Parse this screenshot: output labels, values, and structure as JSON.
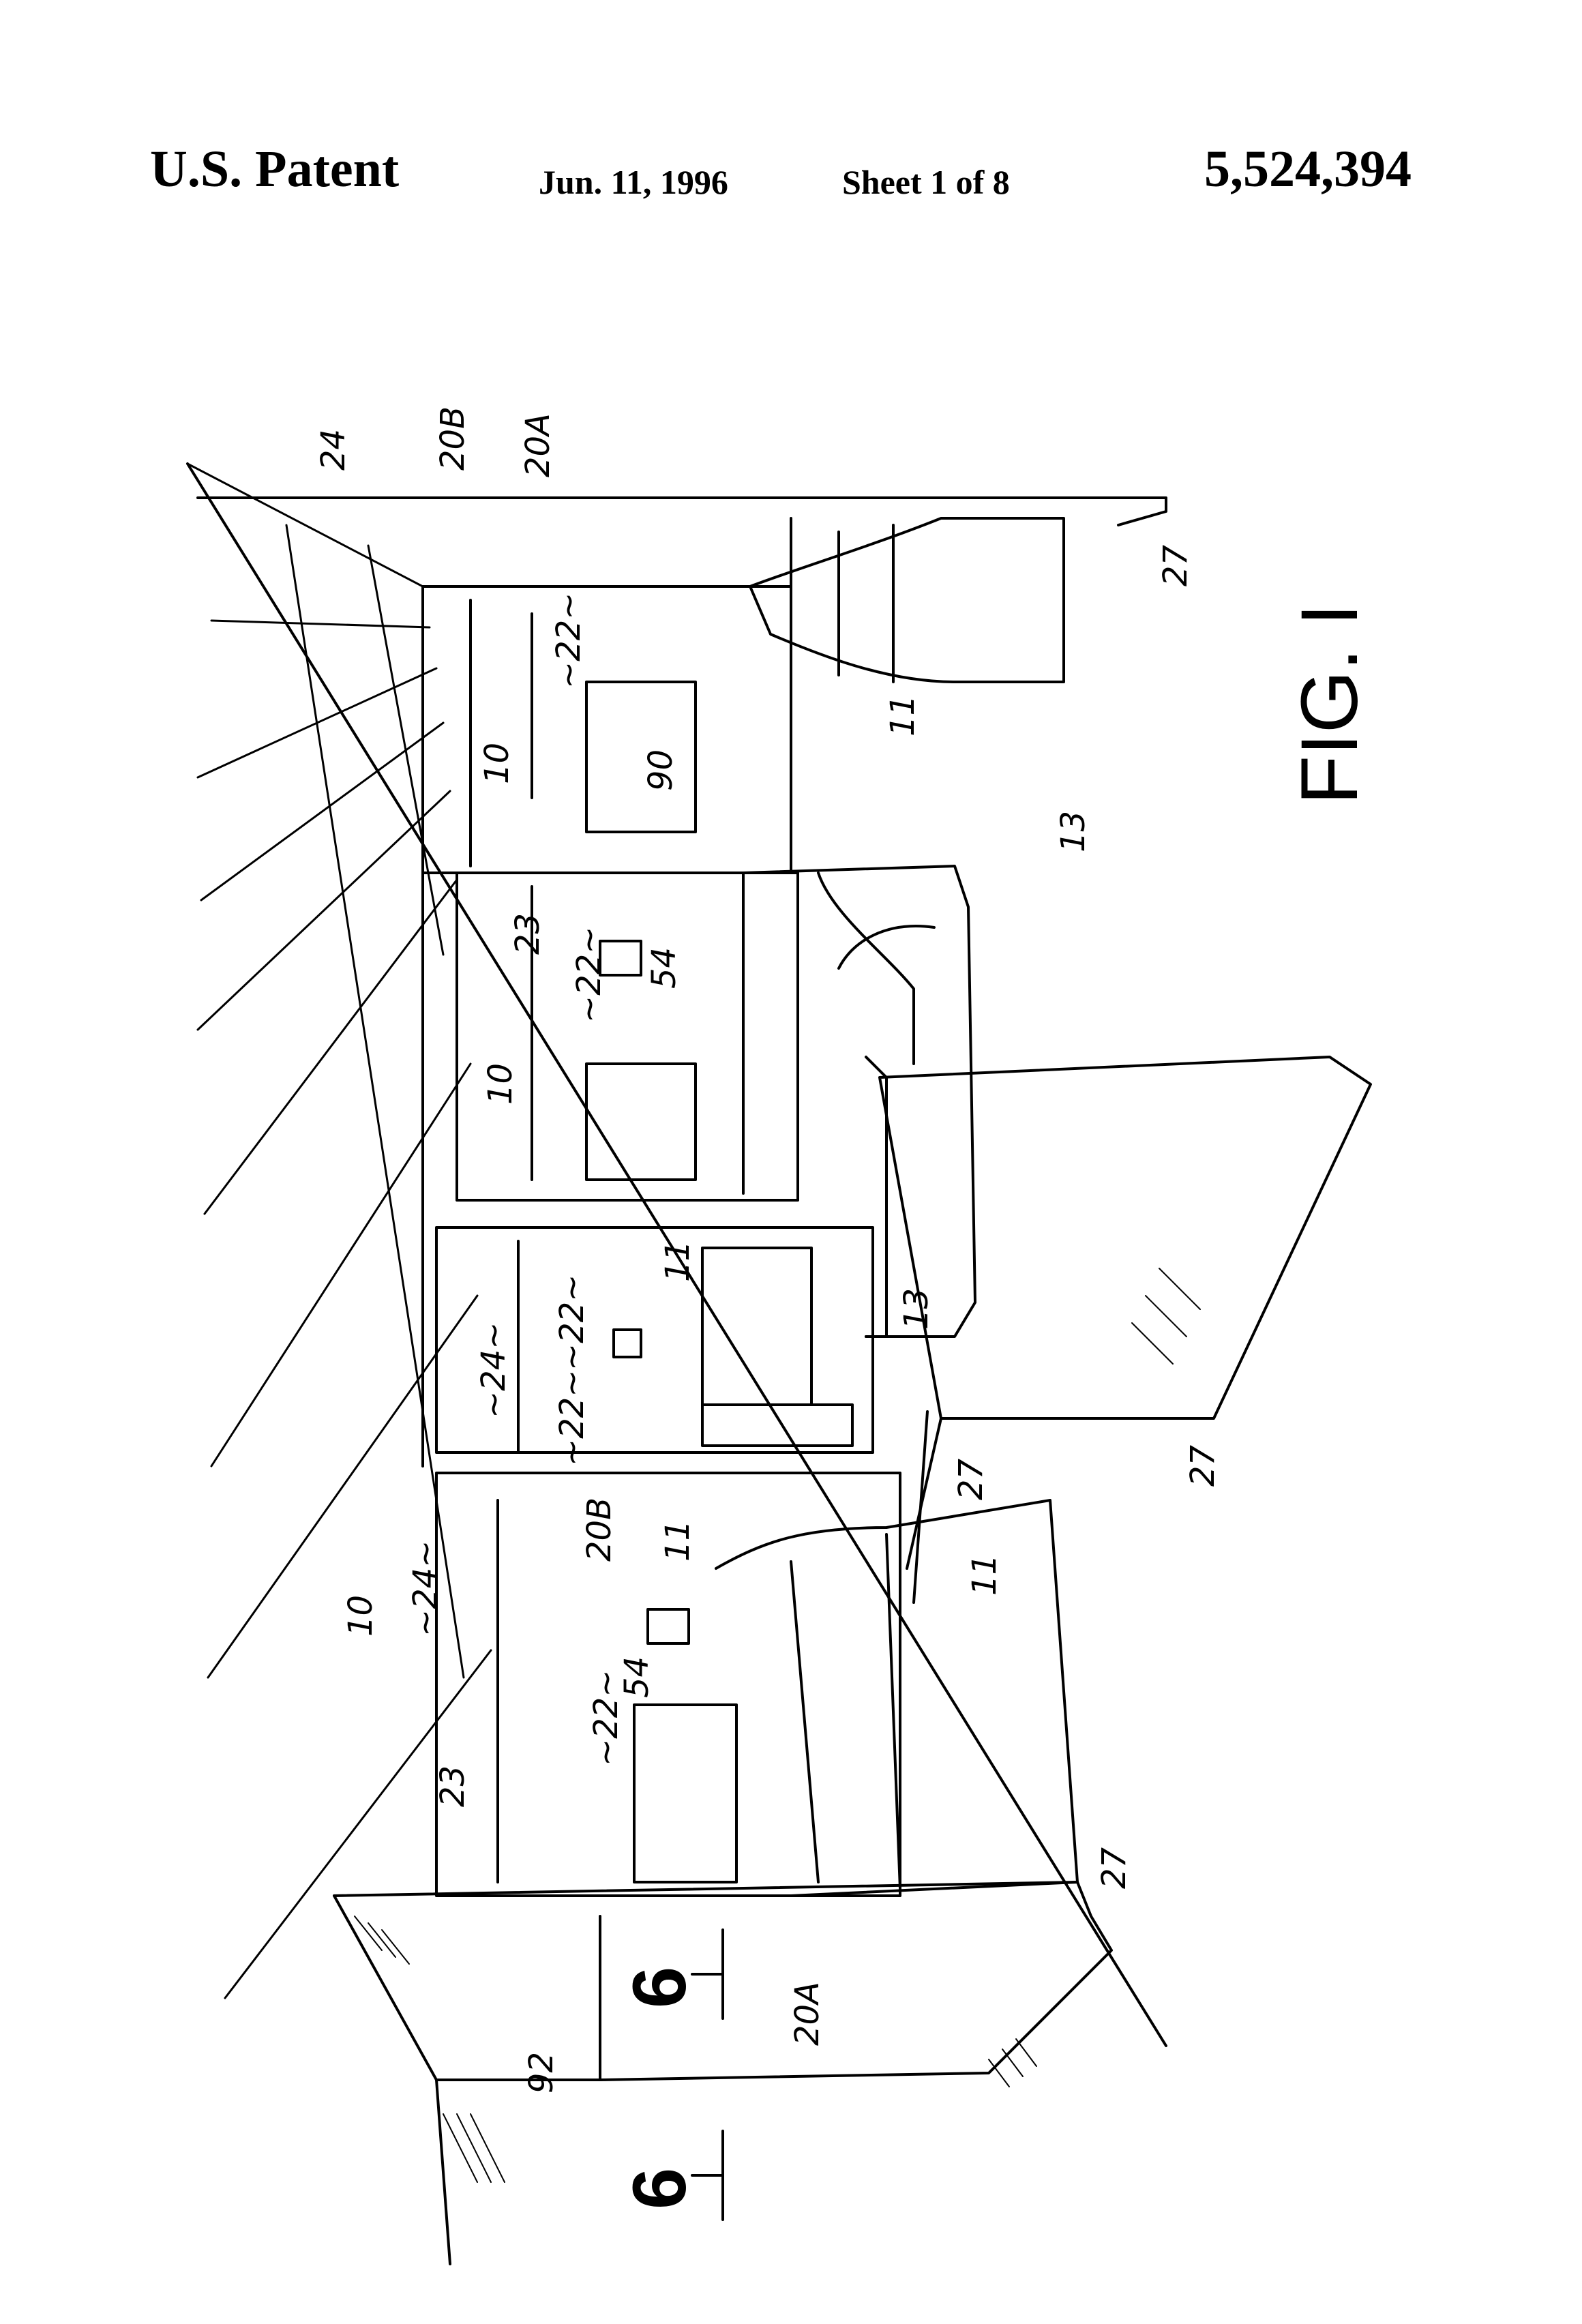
{
  "header": {
    "title": "U.S. Patent",
    "date": "Jun. 11, 1996",
    "sheet": "Sheet 1 of 8",
    "patent_number": "5,524,394"
  },
  "figure": {
    "caption": "FIG. I",
    "section_marker": "6",
    "labels": {
      "l_24_top": "24",
      "l_20B_top": "20B",
      "l_20A_top": "20A",
      "l_27_top": "27",
      "l_22_upper": "~22~",
      "l_10_upper": "10",
      "l_90": "90",
      "l_11_upper": "11",
      "l_13_upper": "13",
      "l_23_mid": "23",
      "l_22_mid": "~22~",
      "l_54_mid": "54",
      "l_10_mid": "10",
      "l_11_mid": "11",
      "l_13_mid": "13",
      "l_24_mid": "~24~",
      "l_22_lowA": "~22~",
      "l_22_lowB": "~22~",
      "l_27_mid": "27",
      "l_27_desk": "27",
      "l_20B_low": "20B",
      "l_11_low": "11",
      "l_11_low2": "11",
      "l_24_low": "~24~",
      "l_10_low": "10",
      "l_54_low": "54",
      "l_22_low": "~22~",
      "l_23_low": "23",
      "l_27_low": "27",
      "l_20A_low": "20A",
      "l_92": "92"
    }
  }
}
